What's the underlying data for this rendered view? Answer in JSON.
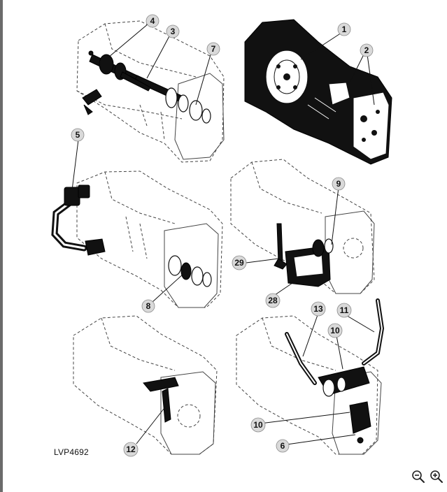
{
  "figure": {
    "reference": "LVP4692",
    "callouts": [
      "1",
      "2",
      "3",
      "4",
      "5",
      "6",
      "7",
      "8",
      "9",
      "10",
      "10",
      "11",
      "12",
      "13",
      "28",
      "29"
    ]
  },
  "toolbar": {
    "zoom_out_icon": "zoom-out-icon",
    "zoom_in_icon": "zoom-in-icon"
  }
}
